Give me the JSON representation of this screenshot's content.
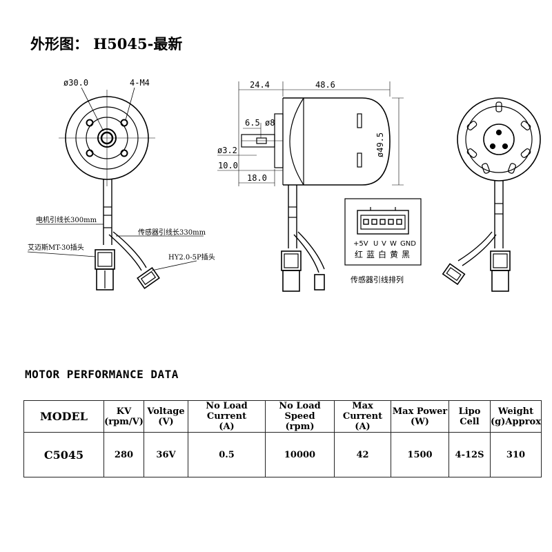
{
  "drawing": {
    "title": "外形图： H5045-最新",
    "labels": {
      "dia_30": "ø30.0",
      "holes": "4-M4",
      "motor_lead": "电机引线长300mm",
      "connector_mt30": "艾迈斯MT-30插头",
      "sensor_lead": "传感器引线长330mm",
      "hy_connector": "HY2.0-5P插头",
      "len_24": "24.4",
      "len_48": "48.6",
      "len_65": "6.5",
      "dia_8": "ø8",
      "dia_32": "ø3.2",
      "len_10": "10.0",
      "len_18": "18.0",
      "dia_495": "ø49.5",
      "sensor_arrangement": "传感器引线排列"
    },
    "pins": {
      "names": [
        "+5V",
        "U",
        "V",
        "W",
        "GND"
      ],
      "colors": [
        "红",
        "蓝",
        "白",
        "黄",
        "黑"
      ]
    }
  },
  "performance": {
    "title": "MOTOR PERFORMANCE DATA",
    "headers": [
      {
        "line1": "MODEL",
        "line2": ""
      },
      {
        "line1": "KV",
        "line2": "(rpm/V)"
      },
      {
        "line1": "Voltage",
        "line2": "(V)"
      },
      {
        "line1": "No Load Current",
        "line2": "(A)"
      },
      {
        "line1": "No Load Speed",
        "line2": "(rpm)"
      },
      {
        "line1": "Max Current",
        "line2": "(A)"
      },
      {
        "line1": "Max Power",
        "line2": "(W)"
      },
      {
        "line1": "Lipo",
        "line2": "Cell"
      },
      {
        "line1": "Weight",
        "line2": "(g)Approx"
      }
    ],
    "row": [
      "C5045",
      "280",
      "36V",
      "0.5",
      "10000",
      "42",
      "1500",
      "4-12S",
      "310"
    ]
  }
}
